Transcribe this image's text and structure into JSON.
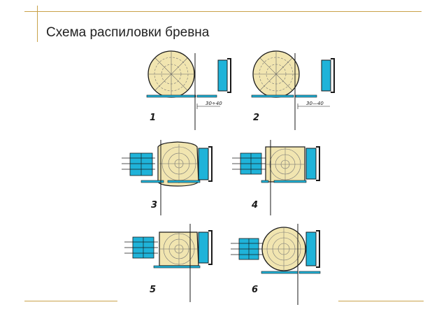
{
  "slide": {
    "title": "Схема распиловки бревна"
  },
  "figure": {
    "panels": [
      {
        "number": "1",
        "dimension": "30÷40"
      },
      {
        "number": "2",
        "dimension": "30—40"
      },
      {
        "number": "3"
      },
      {
        "number": "4"
      },
      {
        "number": "5"
      },
      {
        "number": "6"
      }
    ]
  },
  "colors": {
    "accent_line": "#c9a24a",
    "blue_fill": "#1fb3d9",
    "wood_fill": "#f1e5b0",
    "ink": "#1a1a1a"
  }
}
